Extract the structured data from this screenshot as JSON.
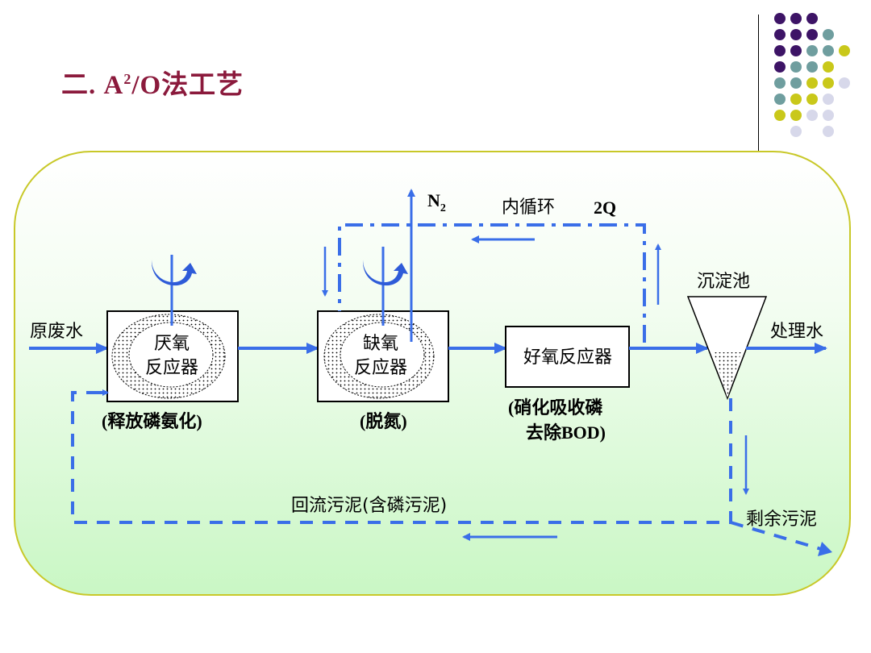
{
  "title": {
    "prefix": "二. A",
    "superscript": "2",
    "suffix": "/O法工艺",
    "color": "#8b1a3c"
  },
  "decoration": {
    "dot_colors": {
      "purple": "#3d1466",
      "teal": "#6f9e9f",
      "yellow": "#c9c81a",
      "lavender": "#d7d8ea"
    },
    "dot_grid": [
      [
        "purple",
        "purple",
        "purple",
        null,
        null
      ],
      [
        "purple",
        "purple",
        "purple",
        "teal",
        null
      ],
      [
        "purple",
        "purple",
        "teal",
        "teal",
        "yellow"
      ],
      [
        "purple",
        "teal",
        "teal",
        "yellow",
        null
      ],
      [
        "teal",
        "teal",
        "yellow",
        "yellow",
        "lavender"
      ],
      [
        "teal",
        "yellow",
        "yellow",
        "lavender",
        null
      ],
      [
        "yellow",
        "yellow",
        "lavender",
        "lavender",
        null
      ],
      [
        null,
        "lavender",
        null,
        "lavender",
        null
      ]
    ]
  },
  "diagram": {
    "colors": {
      "flow": "#3a6ee8",
      "panel_border": "#c8c828",
      "panel_top": "#ffffff",
      "panel_bottom": "#c9f7c4"
    },
    "inputs": {
      "raw_water": "原废水",
      "treated_water": "处理水"
    },
    "reactors": {
      "anaerobic": {
        "line1": "厌氧",
        "line2": "反应器",
        "caption": "(释放磷氨化)"
      },
      "anoxic": {
        "line1": "缺氧",
        "line2": "反应器",
        "caption": "(脱氮)"
      },
      "aerobic": {
        "label": "好氧反应器",
        "caption_line1": "(硝化吸收磷",
        "caption_line2": "去除BOD)"
      }
    },
    "clarifier": {
      "label": "沉淀池"
    },
    "n2": {
      "base": "N",
      "subscript": "2"
    },
    "internal_recycle": {
      "label": "内循环",
      "rate": "2Q"
    },
    "return_sludge": {
      "label": "回流污泥(含磷污泥)"
    },
    "excess_sludge": {
      "label": "剩余污泥"
    }
  }
}
